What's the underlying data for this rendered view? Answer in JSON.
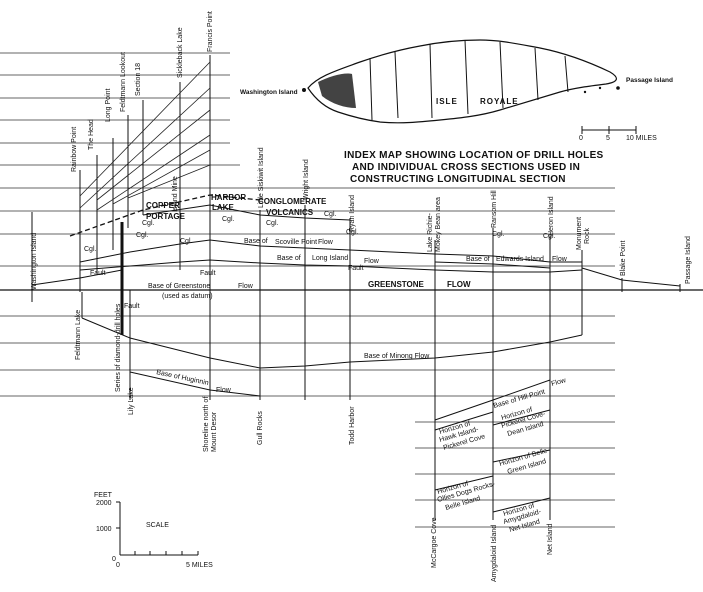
{
  "index_map": {
    "title_lines": [
      "INDEX MAP SHOWING LOCATION OF DRILL HOLES",
      "AND INDIVIDUAL CROSS SECTIONS USED IN",
      "CONSTRUCTING LONGITUDINAL SECTION"
    ],
    "labels": {
      "washington": "Washington Island",
      "passage": "Passage Island",
      "isle": "ISLE",
      "royale": "ROYALE"
    },
    "scale_ticks": [
      "0",
      "5",
      "10 MILES"
    ]
  },
  "localities": [
    "Washington Island",
    "Rainbow Point",
    "The Head",
    "Feldtmann Lake",
    "Long Point",
    "Feldtmann Lookout",
    "Section 18",
    "Lily Lake",
    "Sickleback Lake",
    "Island Mine",
    "Francis Point",
    "Shoreline north of",
    "Mount Desor",
    "Little Siskiwit Island",
    "Gull Rocks",
    "Wright Island",
    "Ryan Island",
    "Todd Harbor",
    "Lake Richie-",
    "Mokey Bean area",
    "McCargoe Cove",
    "Ransom Hill",
    "Amygdaloid Island",
    "Heron Island",
    "Net Island",
    "Monument",
    "Rock",
    "Blake Point",
    "Passage Island"
  ],
  "units": {
    "copper": "COPPER",
    "harbor": "HARBOR",
    "portage": "PORTAGE",
    "lake": "LAKE",
    "conglomerate": "CONGLOMERATE",
    "volcanics": "VOLCANICS",
    "greenstone": "GREENSTONE",
    "flow": "FLOW"
  },
  "annotations": {
    "cgl": "Cgl.",
    "fault": "Fault",
    "series_drill": "Series of diamond-drill holes",
    "base_of": "Base of",
    "flow": "Flow",
    "scoville": "Scoville Point",
    "long_island": "Long Island",
    "edwards": "Edwards Island",
    "base_greenstone": "Base of Greenstone",
    "datum": "(used as datum)",
    "base_minong": "Base of Minong Flow",
    "base_huginnin": "Base of Huginnin",
    "base_hill": "Base of Hill Point",
    "pickerel_1": "Horizon of",
    "pickerel_2": "Pickerel Cove-",
    "pickerel_3": "Dean Island",
    "hawk_1": "Horizon of",
    "hawk_2": "Hawk Island-",
    "hawk_3": "Pickerel Cove",
    "belle_1": "Horizon of Belle-",
    "belle_2": "Green Island",
    "ollies_1": "Horizon of",
    "ollies_2": "Ollies Dogs Rocks-",
    "ollies_3": "Belle Island",
    "amyg_1": "Horizon of",
    "amyg_2": "Amygdaloid-",
    "amyg_3": "Net Island"
  },
  "scale": {
    "feet_label": "FEET",
    "ticks": [
      "2000",
      "1000",
      "0"
    ],
    "word": "SCALE",
    "miles_label": "5 MILES",
    "zero": "0"
  }
}
